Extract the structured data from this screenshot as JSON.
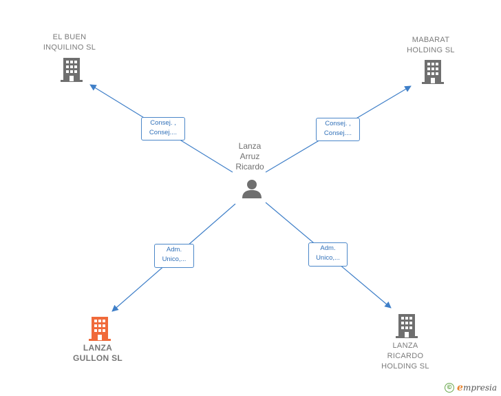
{
  "center": {
    "name": "Lanza\nArruz\nRicardo",
    "icon": "person-icon"
  },
  "companies": [
    {
      "id": "el-buen-inquilino",
      "name": "EL BUEN\nINQUILINO  SL",
      "icon": "building-icon",
      "color": "#6f6f6f",
      "highlight": false
    },
    {
      "id": "mabarat-holding",
      "name": "MABARAT\nHOLDING  SL",
      "icon": "building-icon",
      "color": "#6f6f6f",
      "highlight": false
    },
    {
      "id": "lanza-gullon",
      "name": "LANZA\nGULLON  SL",
      "icon": "building-icon",
      "color": "#f06a3a",
      "highlight": true
    },
    {
      "id": "lanza-ricardo-holding",
      "name": "LANZA\nRICARDO\nHOLDING  SL",
      "icon": "building-icon",
      "color": "#6f6f6f",
      "highlight": false
    }
  ],
  "relations": [
    {
      "to": "el-buen-inquilino",
      "label": "Consej. ,\nConsej...."
    },
    {
      "to": "mabarat-holding",
      "label": "Consej. ,\nConsej...."
    },
    {
      "to": "lanza-gullon",
      "label": "Adm.\nUnico,..."
    },
    {
      "to": "lanza-ricardo-holding",
      "label": "Adm.\nUnico,..."
    }
  ],
  "colors": {
    "edge": "#3f7fc8",
    "building": "#6f6f6f",
    "highlight": "#f06a3a",
    "brand_e": "#e8842f"
  },
  "brand": {
    "copyright": "©",
    "initial": "e",
    "rest": "mpresia"
  }
}
